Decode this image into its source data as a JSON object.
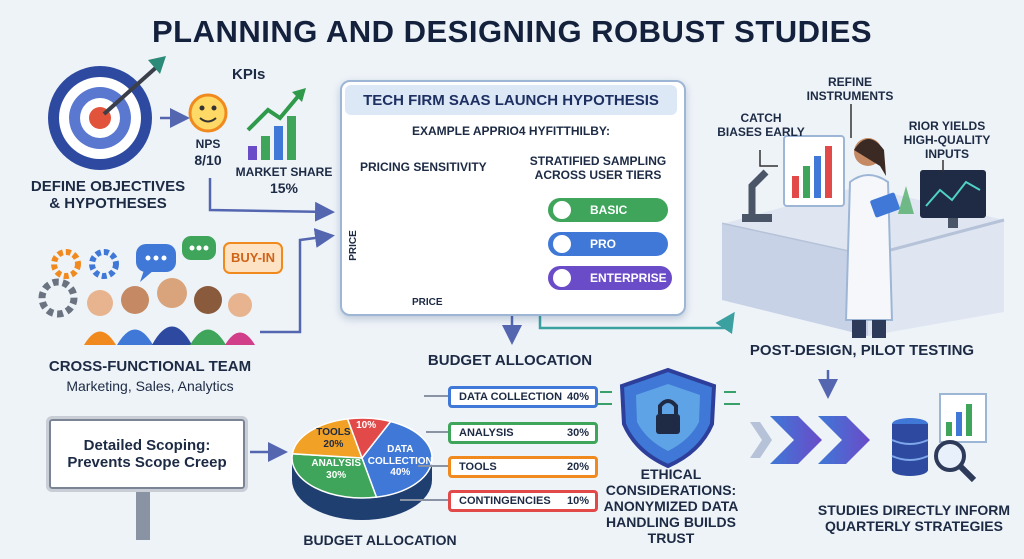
{
  "title": "PLANNING AND DESIGNING ROBUST STUDIES",
  "objectives": {
    "label_line1": "DEFINE OBJECTIVES",
    "label_line2": "& HYPOTHESES",
    "kpis_heading": "KPIs",
    "nps_label": "NPS",
    "nps_value": "8/10",
    "market_share_label": "MARKET SHARE",
    "market_share_value": "15%"
  },
  "team": {
    "buy_in": "BUY-IN",
    "title": "CROSS-FUNCTIONAL TEAM",
    "subtitle": "Marketing, Sales, Analytics"
  },
  "scoping": {
    "line1": "Detailed Scoping:",
    "line2": "Prevents Scope Creep"
  },
  "hypothesis_panel": {
    "title": "TECH FIRM SAAS LAUNCH HYPOTHESIS",
    "subtitle": "EXAMPLE APPRIO4 HYFITTHILBY:",
    "pricing_label": "PRICING SENSITIVITY",
    "y_axis": "PRICE",
    "x_axis": "PRICE",
    "sampling_line1": "STRATIFIED SAMPLING",
    "sampling_line2": "ACROSS USER TIERS",
    "tiers": [
      "BASIC",
      "PRO",
      "ENTERPRISE"
    ]
  },
  "lab": {
    "catch_line1": "CATCH",
    "catch_line2": "BIASES EARLY",
    "refine_line1": "REFINE",
    "refine_line2": "INSTRUMENTS",
    "prior_line1": "RIOR YIELDS",
    "prior_line2": "HIGH-QUALITY",
    "prior_line3": "INPUTS",
    "pilot": "POST-DESIGN, PILOT TESTING"
  },
  "budget": {
    "heading": "BUDGET ALLOCATION",
    "footer": "BUDGET ALLOCATION",
    "slices": [
      {
        "name": "DATA COLLECTION",
        "line1": "DATA",
        "line2": "COLLECTION",
        "value": "40%",
        "pct": 40,
        "color": "#3f78d6"
      },
      {
        "name": "ANALYSIS",
        "line1": "ANALYSIS",
        "value": "30%",
        "pct": 30,
        "color": "#3ea55a"
      },
      {
        "name": "TOOLS",
        "line1": "TOOLS",
        "value": "20%",
        "pct": 20,
        "color": "#f0a126"
      },
      {
        "name": "CONTINGENCIES",
        "line1": "",
        "value": "10%",
        "pct": 10,
        "color": "#e24a4a"
      }
    ],
    "legend": [
      {
        "label": "DATA COLLECTION",
        "value": "40%",
        "color": "#3f78d6"
      },
      {
        "label": "ANALYSIS",
        "value": "30%",
        "color": "#3ea55a"
      },
      {
        "label": "TOOLS",
        "value": "20%",
        "color": "#f08a1e"
      },
      {
        "label": "CONTINGENCIES",
        "value": "10%",
        "color": "#e24a4a"
      }
    ]
  },
  "ethics": {
    "line1": "ETHICAL",
    "line2": "CONSIDERATIONS:",
    "line3": "ANONYMIZED DATA",
    "line4": "HANDLING BUILDS TRUST"
  },
  "strategies": {
    "line1": "STUDIES DIRECTLY INFORM",
    "line2": "QUARTERLY STRATEGIES"
  },
  "icons": [
    "target-icon",
    "arrow-icon",
    "smiley-icon",
    "bar-chart-icon",
    "gear-icon",
    "chat-bubble-icon",
    "people-icon",
    "signpost-icon",
    "shield-lock-icon",
    "chevron-icon",
    "database-icon",
    "magnifier-icon",
    "microscope-icon",
    "monitor-icon",
    "scientist-icon"
  ]
}
